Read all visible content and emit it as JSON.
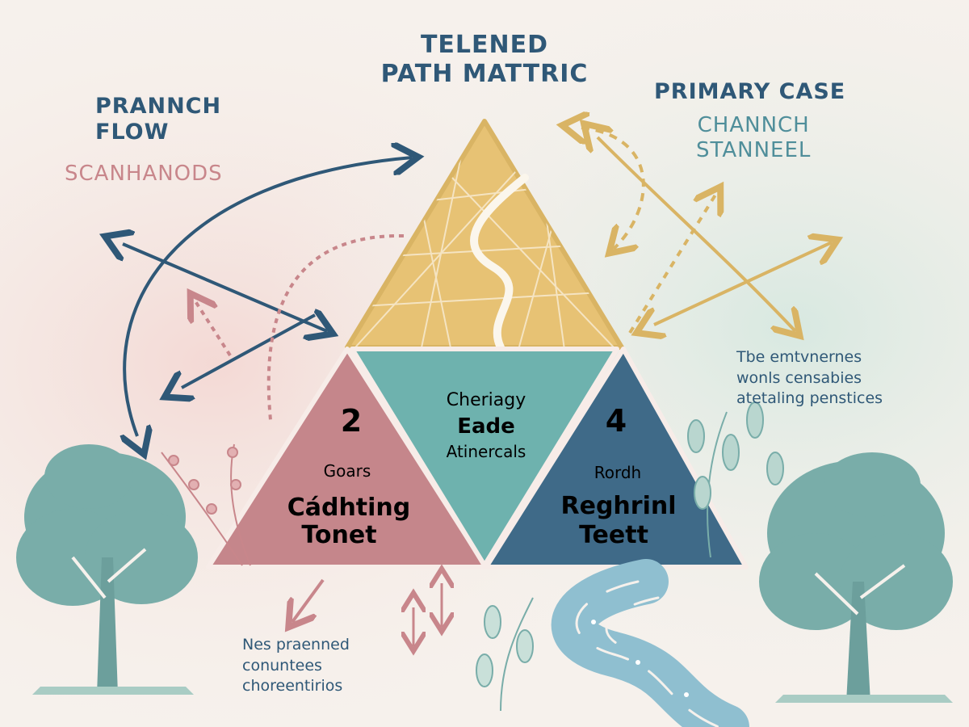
{
  "title": {
    "line1": "TELENED",
    "line2": "PATH MATTRIC"
  },
  "left_heading": {
    "line1": "PRANNCH",
    "line2": "FLOW"
  },
  "left_subheading": "SCANHANODS",
  "right_heading": "PRIMARY CASE",
  "right_subheading": {
    "line1": "CHANNCH",
    "line2": "STANNEEL"
  },
  "right_note": {
    "line1": "Tbe emtvnernes",
    "line2": "wonls censabies",
    "line3": "atetaling penstices"
  },
  "bottom_note": {
    "line1": "Nes praenned",
    "line2": "conuntees",
    "line3": "choreentirios"
  },
  "triangles": {
    "left": {
      "number": "2",
      "small": "Goars",
      "big_line1": "Cádhting",
      "big_line2": "Tonet"
    },
    "center": {
      "line1": "Cheriagy",
      "line2": "Eade",
      "line3": "Atinercals"
    },
    "right": {
      "number": "4",
      "small": "Rordh",
      "big_line1": "Reghrinl",
      "big_line2": "Teett"
    }
  },
  "colors": {
    "top": "#e7c274",
    "left": "#c5868b",
    "center": "#6eb2ae",
    "right": "#3f6a88",
    "navy": "#2f5877",
    "gold": "#d9b464",
    "rose": "#c8868b",
    "tree": "#79ada9",
    "river": "#8fbfd0"
  }
}
